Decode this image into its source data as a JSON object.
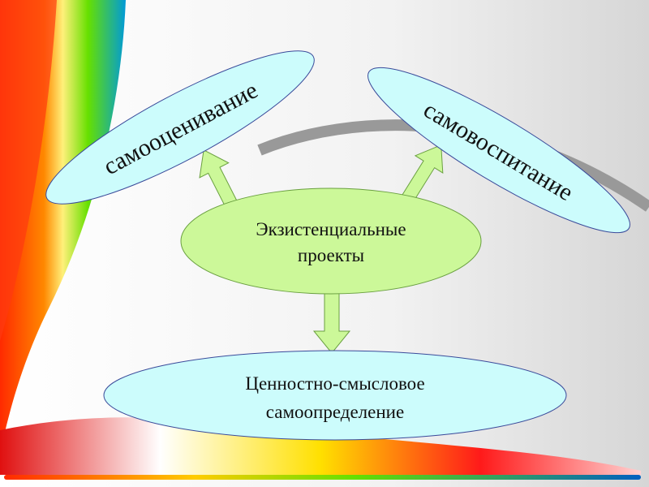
{
  "nodes": {
    "left": "самооценивание",
    "right": "самовоспитание",
    "center_line1": "Экзистенциальные",
    "center_line2": "проекты",
    "bottom_line1": "Ценностно-смысловое",
    "bottom_line2": "самоопределение"
  },
  "colors": {
    "blue_fill": "#ccfcfc",
    "green_fill": "#ccf899",
    "outline": "#3a4a9a"
  }
}
